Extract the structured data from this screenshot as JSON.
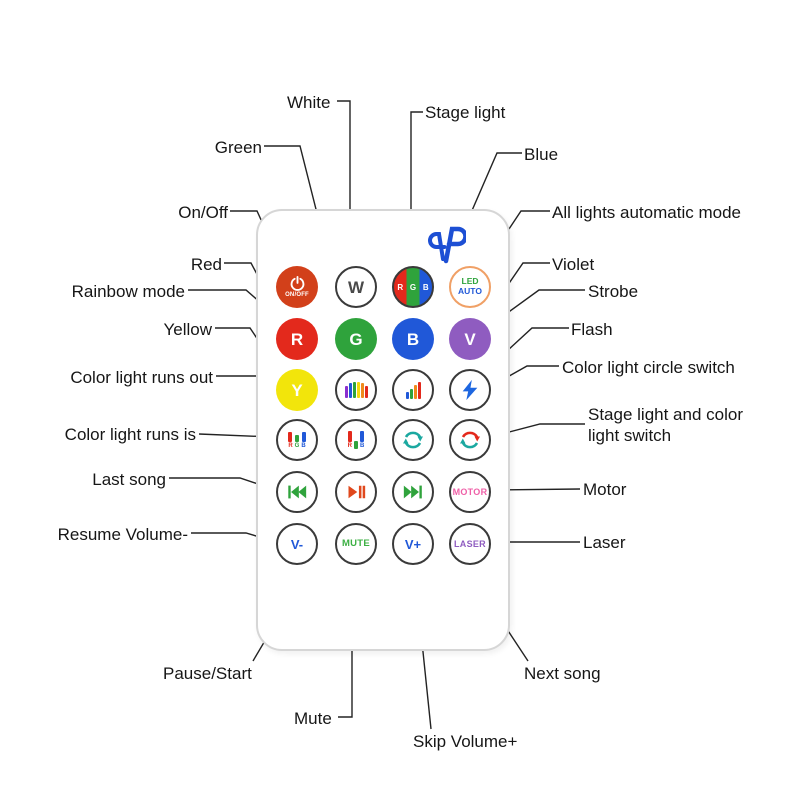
{
  "callouts": {
    "white": "White",
    "stage_light": "Stage light",
    "green": "Green",
    "blue": "Blue",
    "on_off": "On/Off",
    "all_lights_auto": "All lights automatic mode",
    "red": "Red",
    "violet": "Violet",
    "rainbow_mode": "Rainbow mode",
    "strobe": "Strobe",
    "yellow": "Yellow",
    "flash": "Flash",
    "color_runs_out": "Color light runs out",
    "color_circle_switch": "Color light circle switch",
    "color_runs_is": "Color light runs is",
    "stage_color_switch": "Stage light and color light switch",
    "last_song": "Last song",
    "motor": "Motor",
    "resume_volume": "Resume Volume-",
    "laser": "Laser",
    "pause_start": "Pause/Start",
    "next_song": "Next song",
    "mute": "Mute",
    "skip_volume": "Skip Volume+"
  },
  "remote": {
    "buttons": {
      "power": {
        "label": "ON/OFF"
      },
      "white": "W",
      "rgb": {
        "r": "R",
        "g": "G",
        "b": "B"
      },
      "led_auto": {
        "line1": "LED",
        "line2": "AUTO"
      },
      "red": "R",
      "green": "G",
      "blue": "B",
      "violet": "V",
      "yellow": "Y",
      "runs_is": {
        "r": "R",
        "g": "G",
        "b": "B"
      },
      "runs_out": {
        "r": "R",
        "b": "B"
      },
      "motor": "MOTOR",
      "volume_down": "V-",
      "mute": "MUTE",
      "volume_up": "V+",
      "laser": "LASER"
    },
    "icons": [
      "power-icon",
      "rainbow-bars-icon",
      "strobe-bars-icon",
      "flash-icon",
      "cycle-arrows-icon",
      "dual-cycle-arrows-icon",
      "previous-track-icon",
      "play-pause-icon",
      "next-track-icon",
      "mini-equalizer-icon",
      "brand-logo"
    ]
  },
  "colors": {
    "red": "#e3291c",
    "green": "#2fa33c",
    "blue": "#2058d8",
    "violet": "#8f5cc0",
    "yellow": "#f2e50b",
    "power_orange": "#d2401a",
    "motor_pink": "#ef5fa7",
    "arrows_teal": "#1ba8a0",
    "flash_blue": "#1d66e0",
    "leader_line": "#232323"
  }
}
